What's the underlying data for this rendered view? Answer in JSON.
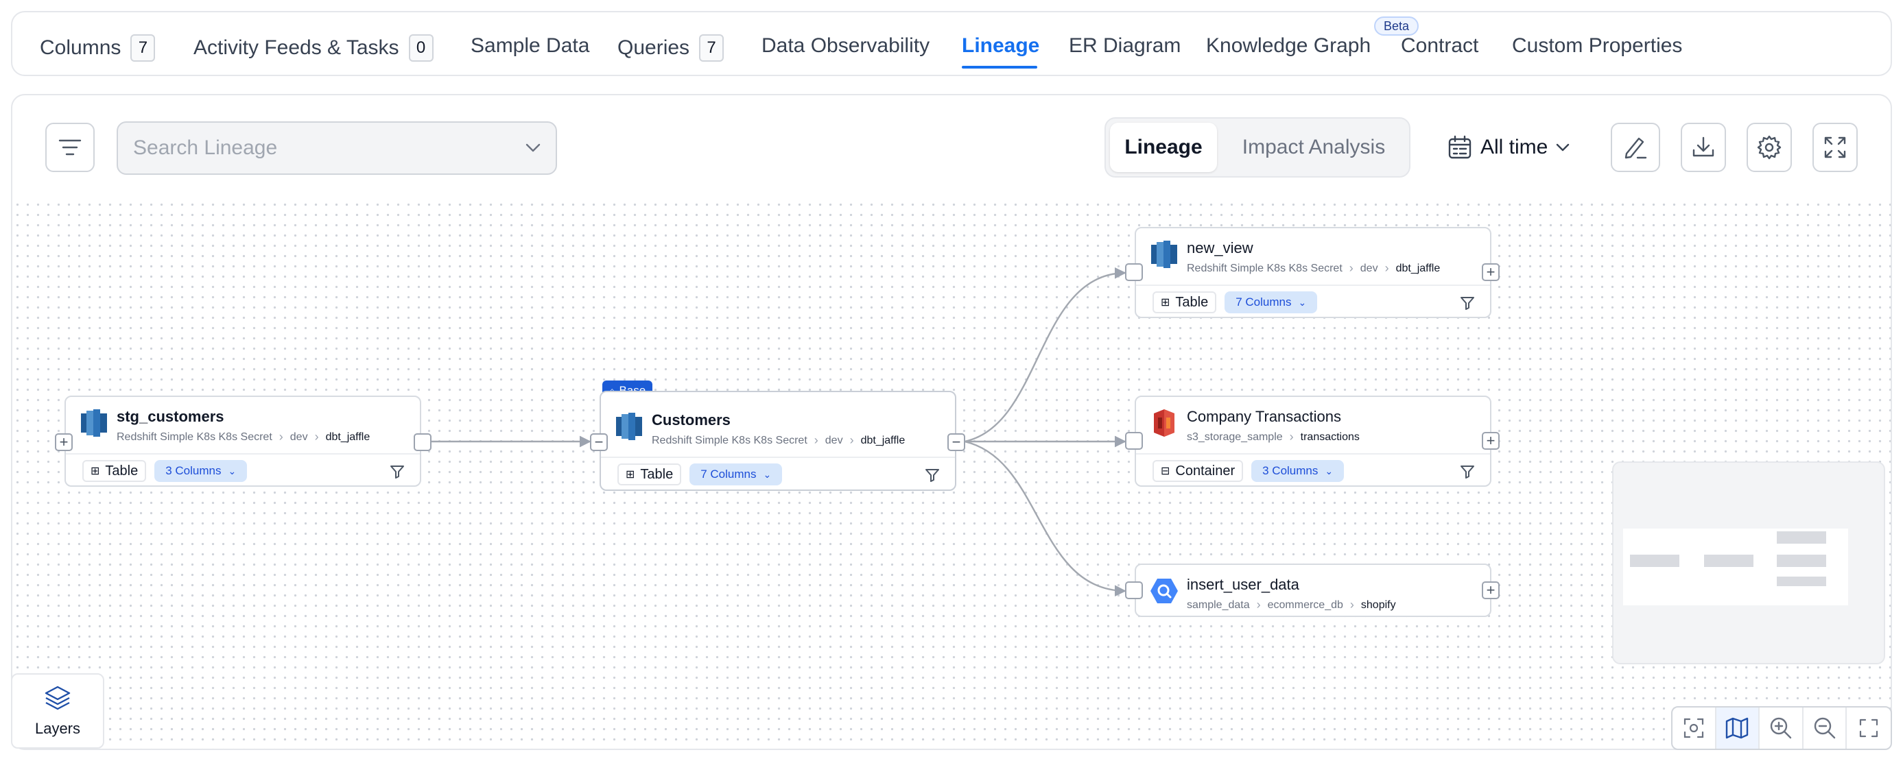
{
  "tabs": [
    {
      "label": "Columns",
      "count": "7"
    },
    {
      "label": "Activity Feeds & Tasks",
      "count": "0"
    },
    {
      "label": "Sample Data"
    },
    {
      "label": "Queries",
      "count": "7"
    },
    {
      "label": "Data Observability"
    },
    {
      "label": "Lineage"
    },
    {
      "label": "ER Diagram"
    },
    {
      "label": "Knowledge Graph",
      "badge": "Beta"
    },
    {
      "label": "Contract"
    },
    {
      "label": "Custom Properties"
    }
  ],
  "active_tab": "Lineage",
  "toolbar": {
    "search_placeholder": "Search Lineage",
    "view_toggle": [
      "Lineage",
      "Impact Analysis"
    ],
    "view_selected": "Lineage",
    "time_filter": "All time"
  },
  "nodes": {
    "stg_customers": {
      "title": "stg_customers",
      "path": [
        "Redshift Simple K8s K8s Secret",
        "dev",
        "dbt_jaffle"
      ],
      "type": "Table",
      "columns": "3 Columns"
    },
    "customers": {
      "tag": "Base",
      "title": "Customers",
      "path": [
        "Redshift Simple K8s K8s Secret",
        "dev",
        "dbt_jaffle"
      ],
      "type": "Table",
      "columns": "7 Columns"
    },
    "new_view": {
      "title": "new_view",
      "path": [
        "Redshift Simple K8s K8s Secret",
        "dev",
        "dbt_jaffle"
      ],
      "type": "Table",
      "columns": "7 Columns"
    },
    "company_transactions": {
      "title": "Company Transactions",
      "path": [
        "s3_storage_sample",
        "transactions"
      ],
      "type": "Container",
      "columns": "3 Columns"
    },
    "insert_user_data": {
      "title": "insert_user_data",
      "path": [
        "sample_data",
        "ecommerce_db",
        "shopify"
      ]
    }
  },
  "layers_label": "Layers",
  "colors": {
    "accent": "#1570ef",
    "base_tag": "#1b5bd6",
    "column_chip_bg": "#d6e6fb"
  }
}
